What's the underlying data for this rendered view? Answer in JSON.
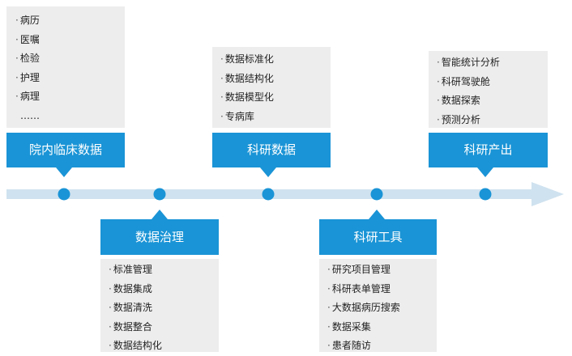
{
  "stages": [
    {
      "id": "hospital-clinical-data",
      "label": "院内临床数据",
      "position": "top",
      "items": [
        "病历",
        "医嘱",
        "检验",
        "护理",
        "病理",
        "……"
      ]
    },
    {
      "id": "data-governance",
      "label": "数据治理",
      "position": "bottom",
      "items": [
        "标准管理",
        "数据集成",
        "数据清洗",
        "数据整合",
        "数据结构化"
      ]
    },
    {
      "id": "research-data",
      "label": "科研数据",
      "position": "top",
      "items": [
        "数据标准化",
        "数据结构化",
        "数据模型化",
        "专病库"
      ]
    },
    {
      "id": "research-tools",
      "label": "科研工具",
      "position": "bottom",
      "items": [
        "研究项目管理",
        "科研表单管理",
        "大数据病历搜索",
        "数据采集",
        "患者随访"
      ]
    },
    {
      "id": "research-output",
      "label": "科研产出",
      "position": "top",
      "items": [
        "智能统计分析",
        "科研驾驶舱",
        "数据探索",
        "预测分析"
      ]
    }
  ],
  "colors": {
    "accent": "#1a94d6",
    "axis": "#cfe2ef",
    "panel": "#ededed"
  }
}
